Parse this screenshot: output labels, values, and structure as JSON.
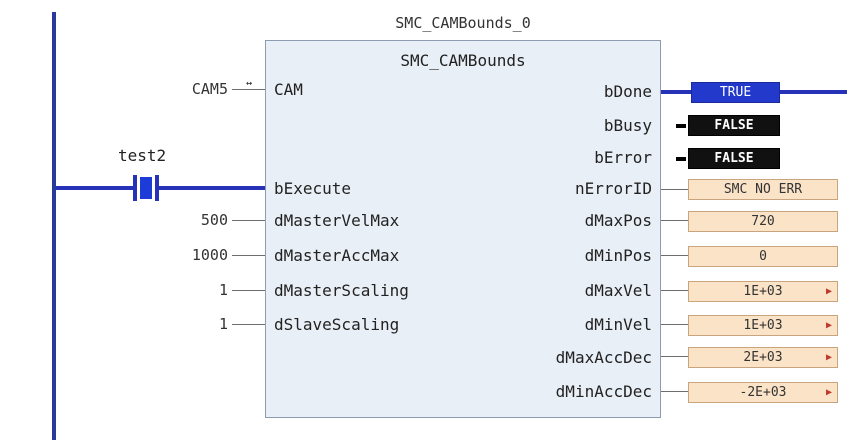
{
  "instance_name": "SMC_CAMBounds_0",
  "fb_type": "SMC_CAMBounds",
  "contact": {
    "name": "test2"
  },
  "inputs": [
    {
      "pin": "CAM",
      "value": "CAM5"
    },
    {
      "pin": "bExecute",
      "value": ""
    },
    {
      "pin": "dMasterVelMax",
      "value": "500"
    },
    {
      "pin": "dMasterAccMax",
      "value": "1000"
    },
    {
      "pin": "dMasterScaling",
      "value": "1"
    },
    {
      "pin": "dSlaveScaling",
      "value": "1"
    }
  ],
  "outputs": [
    {
      "pin": "bDone",
      "value": "TRUE"
    },
    {
      "pin": "bBusy",
      "value": "FALSE"
    },
    {
      "pin": "bError",
      "value": "FALSE"
    },
    {
      "pin": "nErrorID",
      "value": "SMC NO ERR"
    },
    {
      "pin": "dMaxPos",
      "value": "720"
    },
    {
      "pin": "dMinPos",
      "value": "0"
    },
    {
      "pin": "dMaxVel",
      "value": "1E+03"
    },
    {
      "pin": "dMinVel",
      "value": "1E+03"
    },
    {
      "pin": "dMaxAccDec",
      "value": "2E+03"
    },
    {
      "pin": "dMinAccDec",
      "value": "-2E+03"
    }
  ],
  "colors": {
    "rail": "#2a3a9c",
    "power_wire": "#2633b8",
    "fb_background": "#e9eff6",
    "value_orange": "#fbe3c8",
    "value_true": "#2239cc",
    "value_false": "#111111"
  },
  "icons": {
    "cam_reference": "double-arrow-icon",
    "expand": "triangle-right-icon"
  }
}
